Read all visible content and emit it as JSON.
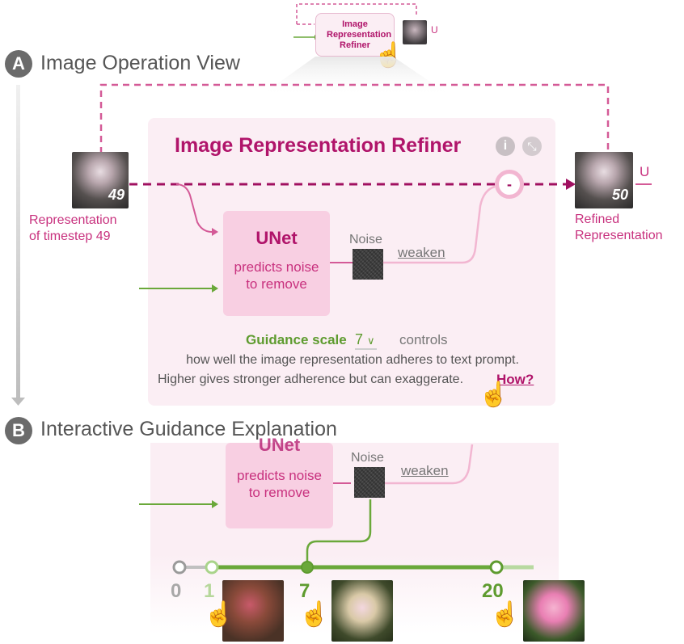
{
  "top_mini": {
    "box_label": "Image Representation Refiner",
    "side_letter": "U"
  },
  "section_a": {
    "badge": "A",
    "title": "Image Operation View"
  },
  "section_b": {
    "badge": "B",
    "title": "Interactive Guidance Explanation"
  },
  "refiner": {
    "title": "Image Representation Refiner",
    "info_icon": "info-icon",
    "collapse_icon": "collapse-icon",
    "input_step": "49",
    "input_label_1": "Representation",
    "input_label_2": "of timestep 49",
    "output_step": "50",
    "output_label_1": "Refined",
    "output_label_2": "Representation",
    "output_letter": "U",
    "minus": "-",
    "unet_title": "UNet",
    "unet_desc_1": "predicts noise",
    "unet_desc_2": "to remove",
    "noise_label": "Noise",
    "weaken_label": "weaken",
    "guidance_label": "Guidance scale",
    "guidance_value": "7",
    "controls_text": "controls",
    "desc_line_1": "how well the image representation adheres to text prompt.",
    "desc_line_2": "Higher gives stronger adherence but can exaggerate.",
    "how_link": "How?"
  },
  "guidance_view": {
    "unet_title": "UNet",
    "unet_desc_1": "predicts noise",
    "unet_desc_2": "to remove",
    "noise_label": "Noise",
    "weaken_label": "weaken",
    "scale_ticks": [
      "0",
      "1",
      "7",
      "20"
    ]
  },
  "colors": {
    "magenta": "#b0146a",
    "pink": "#d45a97",
    "green": "#6aa83a",
    "panel": "#fbeef4"
  }
}
